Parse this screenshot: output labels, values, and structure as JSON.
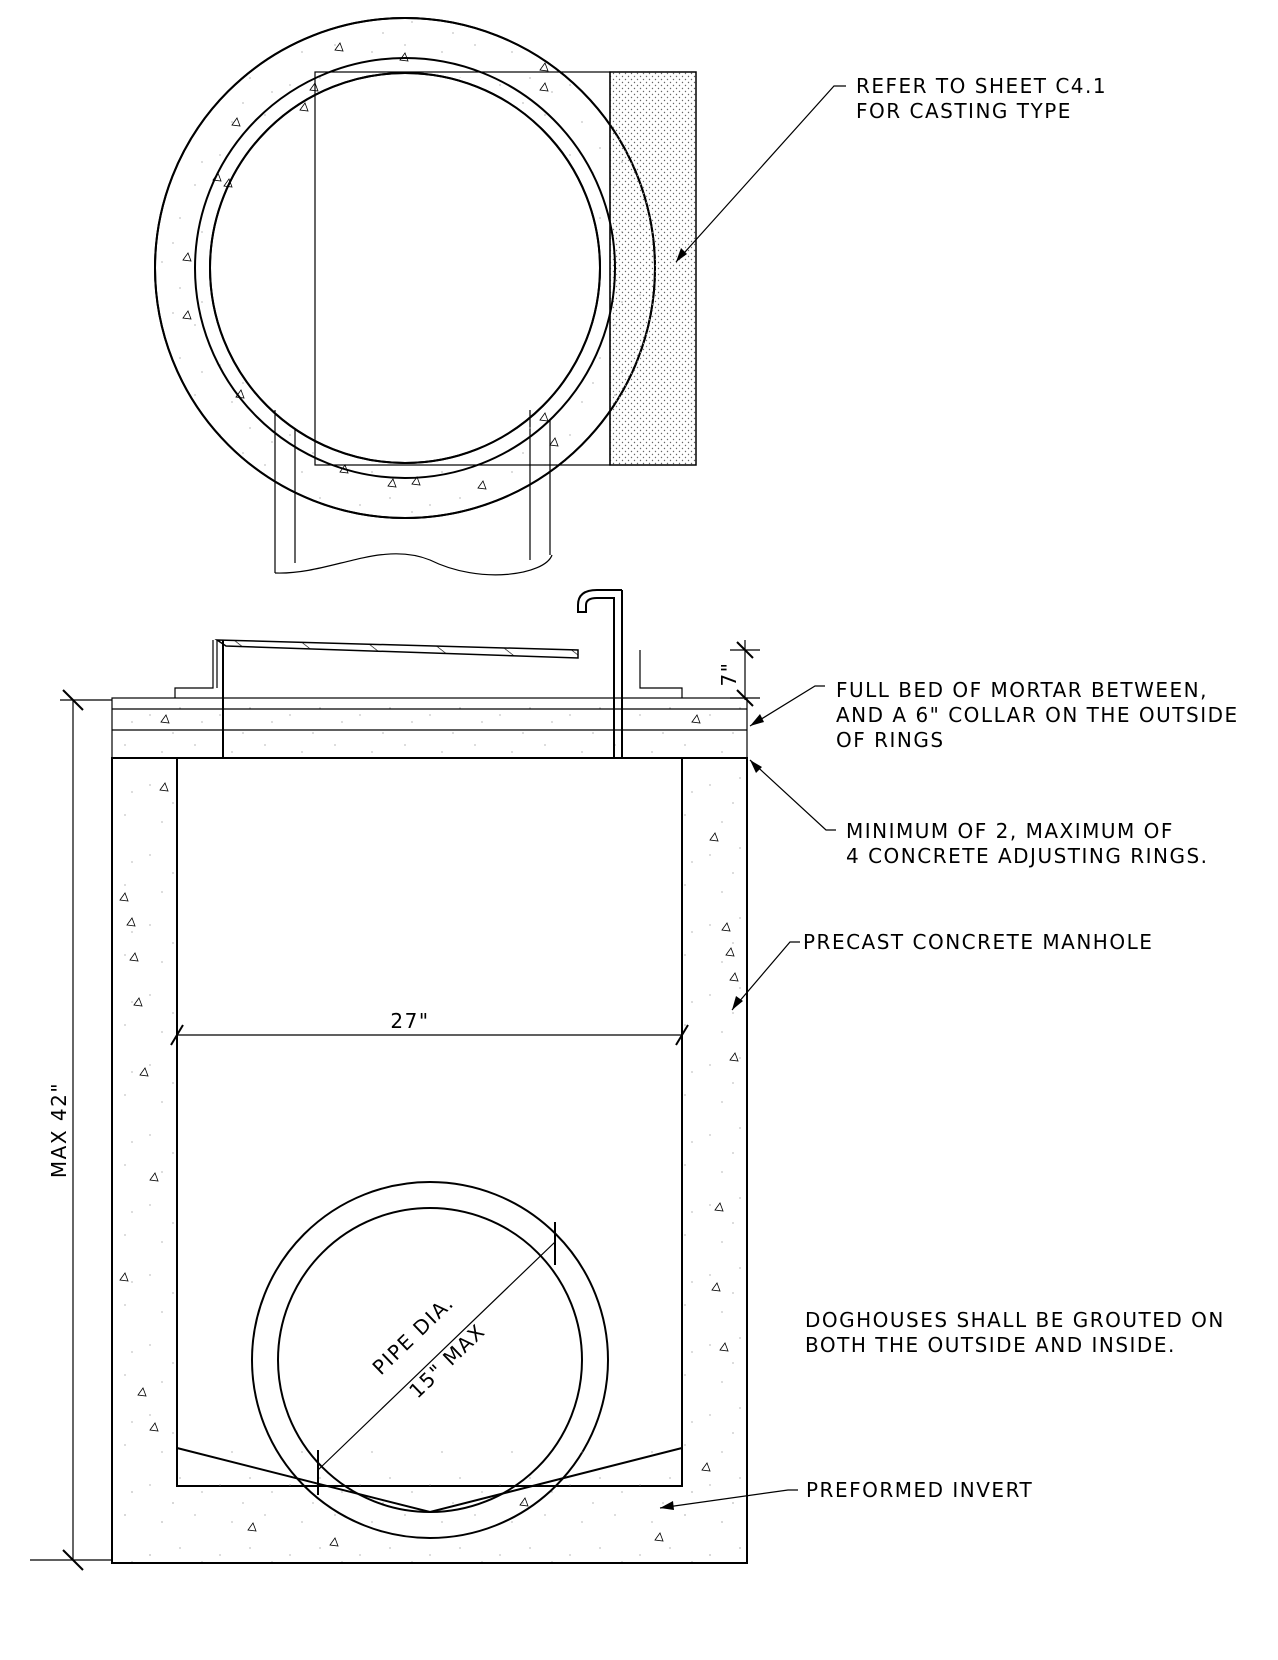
{
  "notes": {
    "casting_line1": "REFER TO SHEET C4.1",
    "casting_line2": "FOR CASTING TYPE",
    "mortar_line1": "FULL BED OF MORTAR BETWEEN,",
    "mortar_line2": "AND A 6\" COLLAR ON THE OUTSIDE",
    "mortar_line3": "OF RINGS",
    "rings_line1": "MINIMUM OF 2, MAXIMUM OF",
    "rings_line2": "4 CONCRETE ADJUSTING RINGS.",
    "manhole": "PRECAST CONCRETE MANHOLE",
    "doghouse_line1": "DOGHOUSES SHALL BE GROUTED ON",
    "doghouse_line2": "BOTH THE OUTSIDE AND INSIDE.",
    "invert": "PREFORMED INVERT"
  },
  "dimensions": {
    "ring_height": "7\"",
    "inside_diameter": "27\"",
    "max_depth": "MAX 42\"",
    "pipe_dia_line1": "PIPE DIA.",
    "pipe_dia_line2": "15\" MAX"
  },
  "colors": {
    "line": "#000000",
    "background": "#ffffff"
  }
}
